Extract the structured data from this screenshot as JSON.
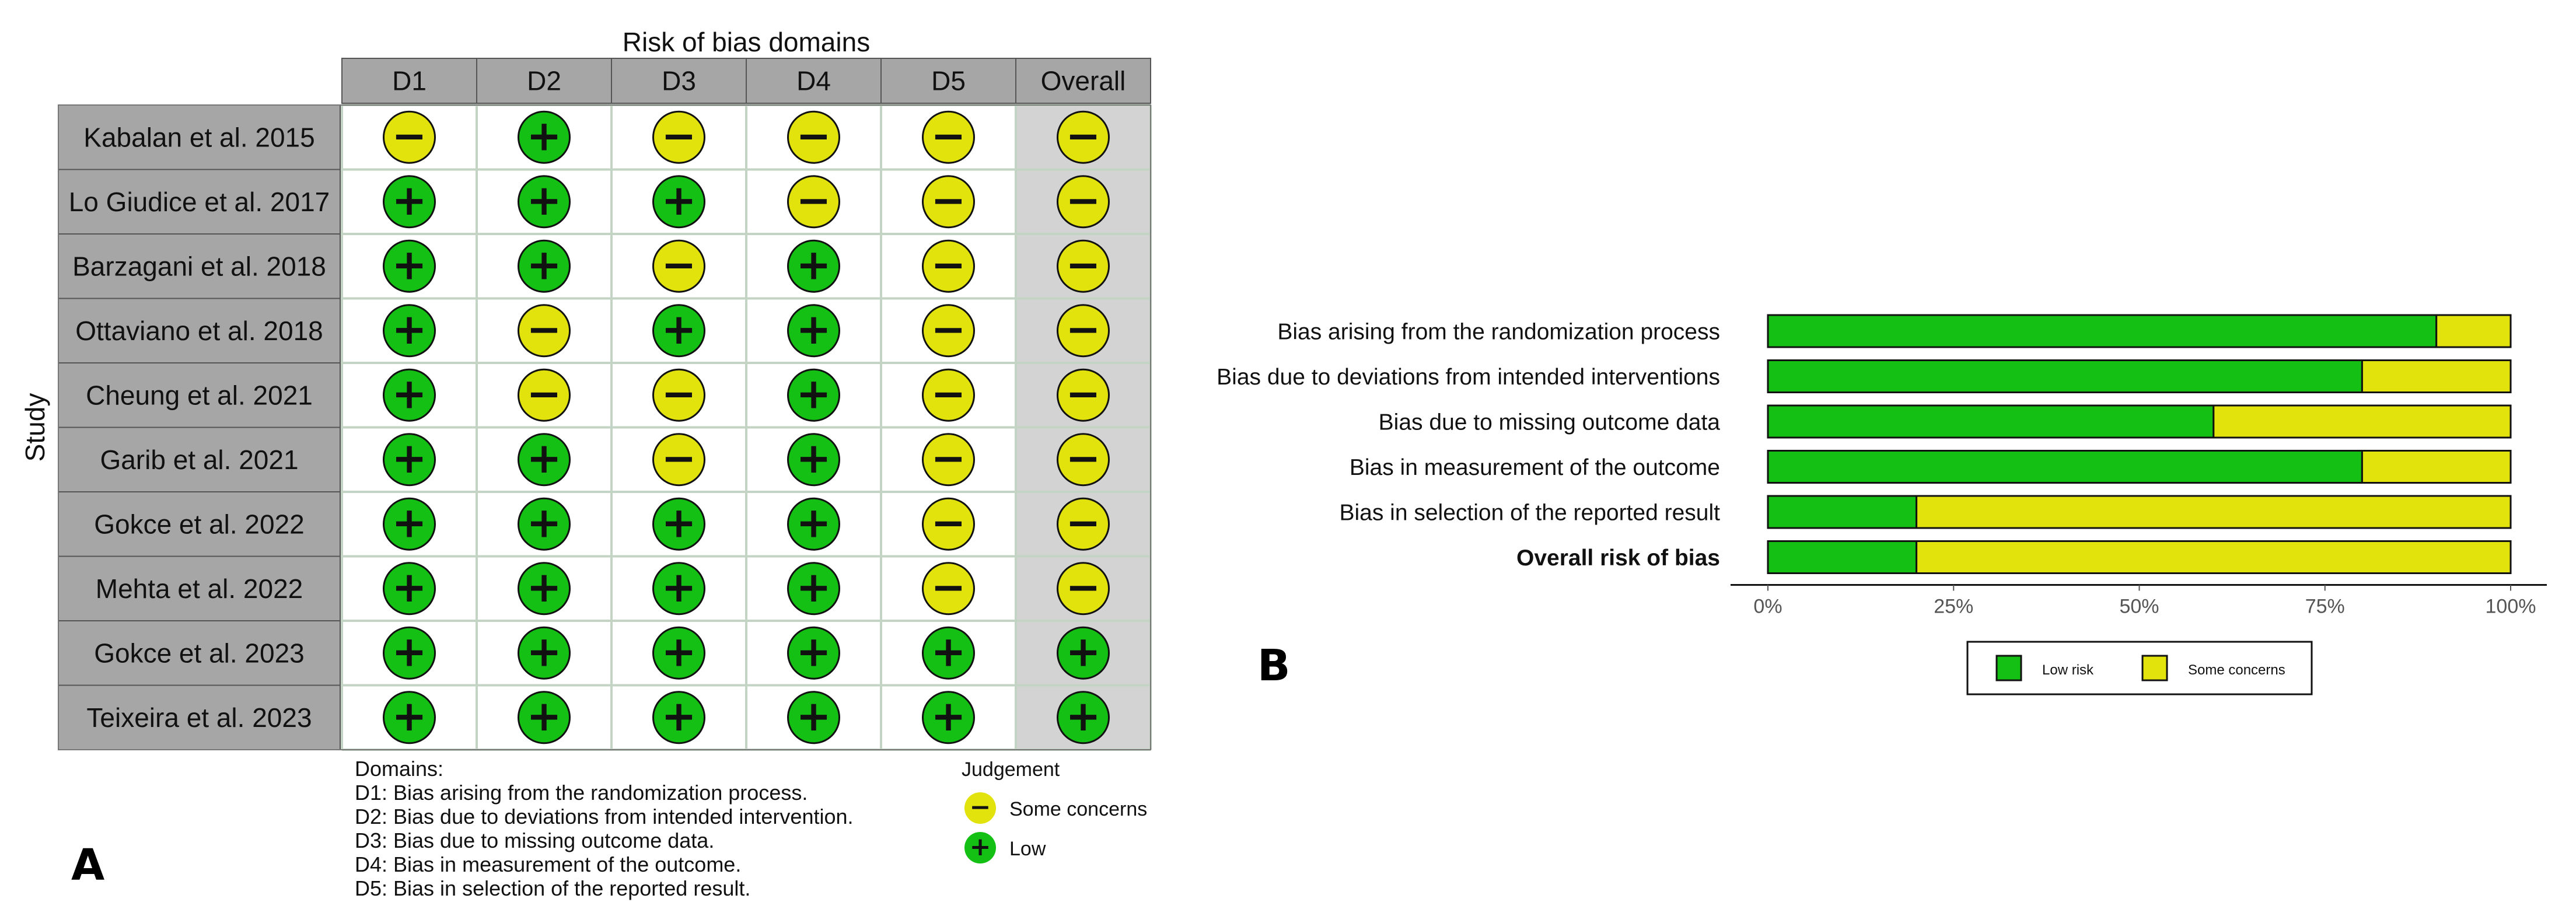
{
  "colors": {
    "low": "#13c013",
    "some_concerns": "#e2e20c",
    "header_fill": "#a6a6a6",
    "study_fill": "#a6a6a6",
    "overall_column_fill": "#d3d3d3",
    "grid_line": "#c4d4c4"
  },
  "panel_a": {
    "letter": "A",
    "title": "Risk of bias domains",
    "y_axis_label": "Study",
    "domains_heading": "Domains:",
    "domain_descriptions": [
      "D1: Bias arising from the randomization process.",
      "D2: Bias due to deviations from intended intervention.",
      "D3: Bias due to missing outcome data.",
      "D4: Bias in measurement of the outcome.",
      "D5: Bias in selection of the reported result."
    ],
    "judgement_title": "Judgement",
    "judgement_legend": [
      {
        "symbol": "−",
        "label": "Some concerns",
        "level": "some_concerns"
      },
      {
        "symbol": "+",
        "label": "Low",
        "level": "low"
      }
    ]
  },
  "panel_b": {
    "letter": "B"
  },
  "chart_data": [
    {
      "type": "table",
      "name": "traffic-light",
      "columns": [
        "D1",
        "D2",
        "D3",
        "D4",
        "D5",
        "Overall"
      ],
      "rows": [
        {
          "study": "Kabalan et al. 2015",
          "judgements": [
            "some_concerns",
            "low",
            "some_concerns",
            "some_concerns",
            "some_concerns",
            "some_concerns"
          ]
        },
        {
          "study": "Lo Giudice et al. 2017",
          "judgements": [
            "low",
            "low",
            "low",
            "some_concerns",
            "some_concerns",
            "some_concerns"
          ]
        },
        {
          "study": "Barzagani et al. 2018",
          "judgements": [
            "low",
            "low",
            "some_concerns",
            "low",
            "some_concerns",
            "some_concerns"
          ]
        },
        {
          "study": "Ottaviano et al. 2018",
          "judgements": [
            "low",
            "some_concerns",
            "low",
            "low",
            "some_concerns",
            "some_concerns"
          ]
        },
        {
          "study": "Cheung et al. 2021",
          "judgements": [
            "low",
            "some_concerns",
            "some_concerns",
            "low",
            "some_concerns",
            "some_concerns"
          ]
        },
        {
          "study": "Garib et al. 2021",
          "judgements": [
            "low",
            "low",
            "some_concerns",
            "low",
            "some_concerns",
            "some_concerns"
          ]
        },
        {
          "study": "Gokce et al. 2022",
          "judgements": [
            "low",
            "low",
            "low",
            "low",
            "some_concerns",
            "some_concerns"
          ]
        },
        {
          "study": "Mehta et al. 2022",
          "judgements": [
            "low",
            "low",
            "low",
            "low",
            "some_concerns",
            "some_concerns"
          ]
        },
        {
          "study": "Gokce et al. 2023",
          "judgements": [
            "low",
            "low",
            "low",
            "low",
            "low",
            "low"
          ]
        },
        {
          "study": "Teixeira et al. 2023",
          "judgements": [
            "low",
            "low",
            "low",
            "low",
            "low",
            "low"
          ]
        }
      ],
      "symbols": {
        "low": "+",
        "some_concerns": "−"
      }
    },
    {
      "type": "bar",
      "name": "summary",
      "orientation": "horizontal",
      "stacked": true,
      "categories": [
        "Bias arising from the randomization process",
        "Bias due to deviations from intended interventions",
        "Bias due to missing outcome data",
        "Bias in measurement of the outcome",
        "Bias in selection of the reported result",
        "Overall risk of bias"
      ],
      "bold_category": "Overall risk of bias",
      "series": [
        {
          "name": "Low risk",
          "level": "low",
          "values": [
            90,
            80,
            60,
            80,
            20,
            20
          ]
        },
        {
          "name": "Some concerns",
          "level": "some_concerns",
          "values": [
            10,
            20,
            40,
            20,
            80,
            80
          ]
        }
      ],
      "xlim": [
        0,
        100
      ],
      "xticks": [
        "0%",
        "25%",
        "50%",
        "75%",
        "100%"
      ],
      "legend_position": "bottom"
    }
  ]
}
